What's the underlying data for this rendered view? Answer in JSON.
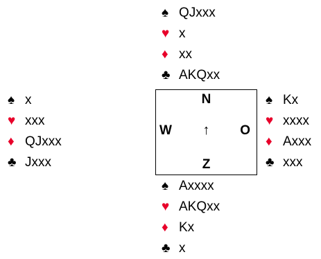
{
  "suits": {
    "spades": {
      "glyph": "♠",
      "color": "#000000"
    },
    "hearts": {
      "glyph": "♥",
      "color": "#e8002a"
    },
    "diamonds": {
      "glyph": "♦",
      "color": "#e8002a"
    },
    "clubs": {
      "glyph": "♣",
      "color": "#000000"
    }
  },
  "hands": {
    "north": {
      "spades": "QJxxx",
      "hearts": "x",
      "diamonds": "xx",
      "clubs": "AKQxx"
    },
    "west": {
      "spades": "x",
      "hearts": "xxx",
      "diamonds": "QJxxx",
      "clubs": "Jxxx"
    },
    "east": {
      "spades": "Kx",
      "hearts": "xxxx",
      "diamonds": "Axxx",
      "clubs": "xxx"
    },
    "south": {
      "spades": "Axxxx",
      "hearts": "AKQxx",
      "diamonds": "Kx",
      "clubs": "x"
    }
  },
  "compass": {
    "north": "N",
    "west": "W",
    "east": "O",
    "south": "Z",
    "arrow": "↑"
  }
}
